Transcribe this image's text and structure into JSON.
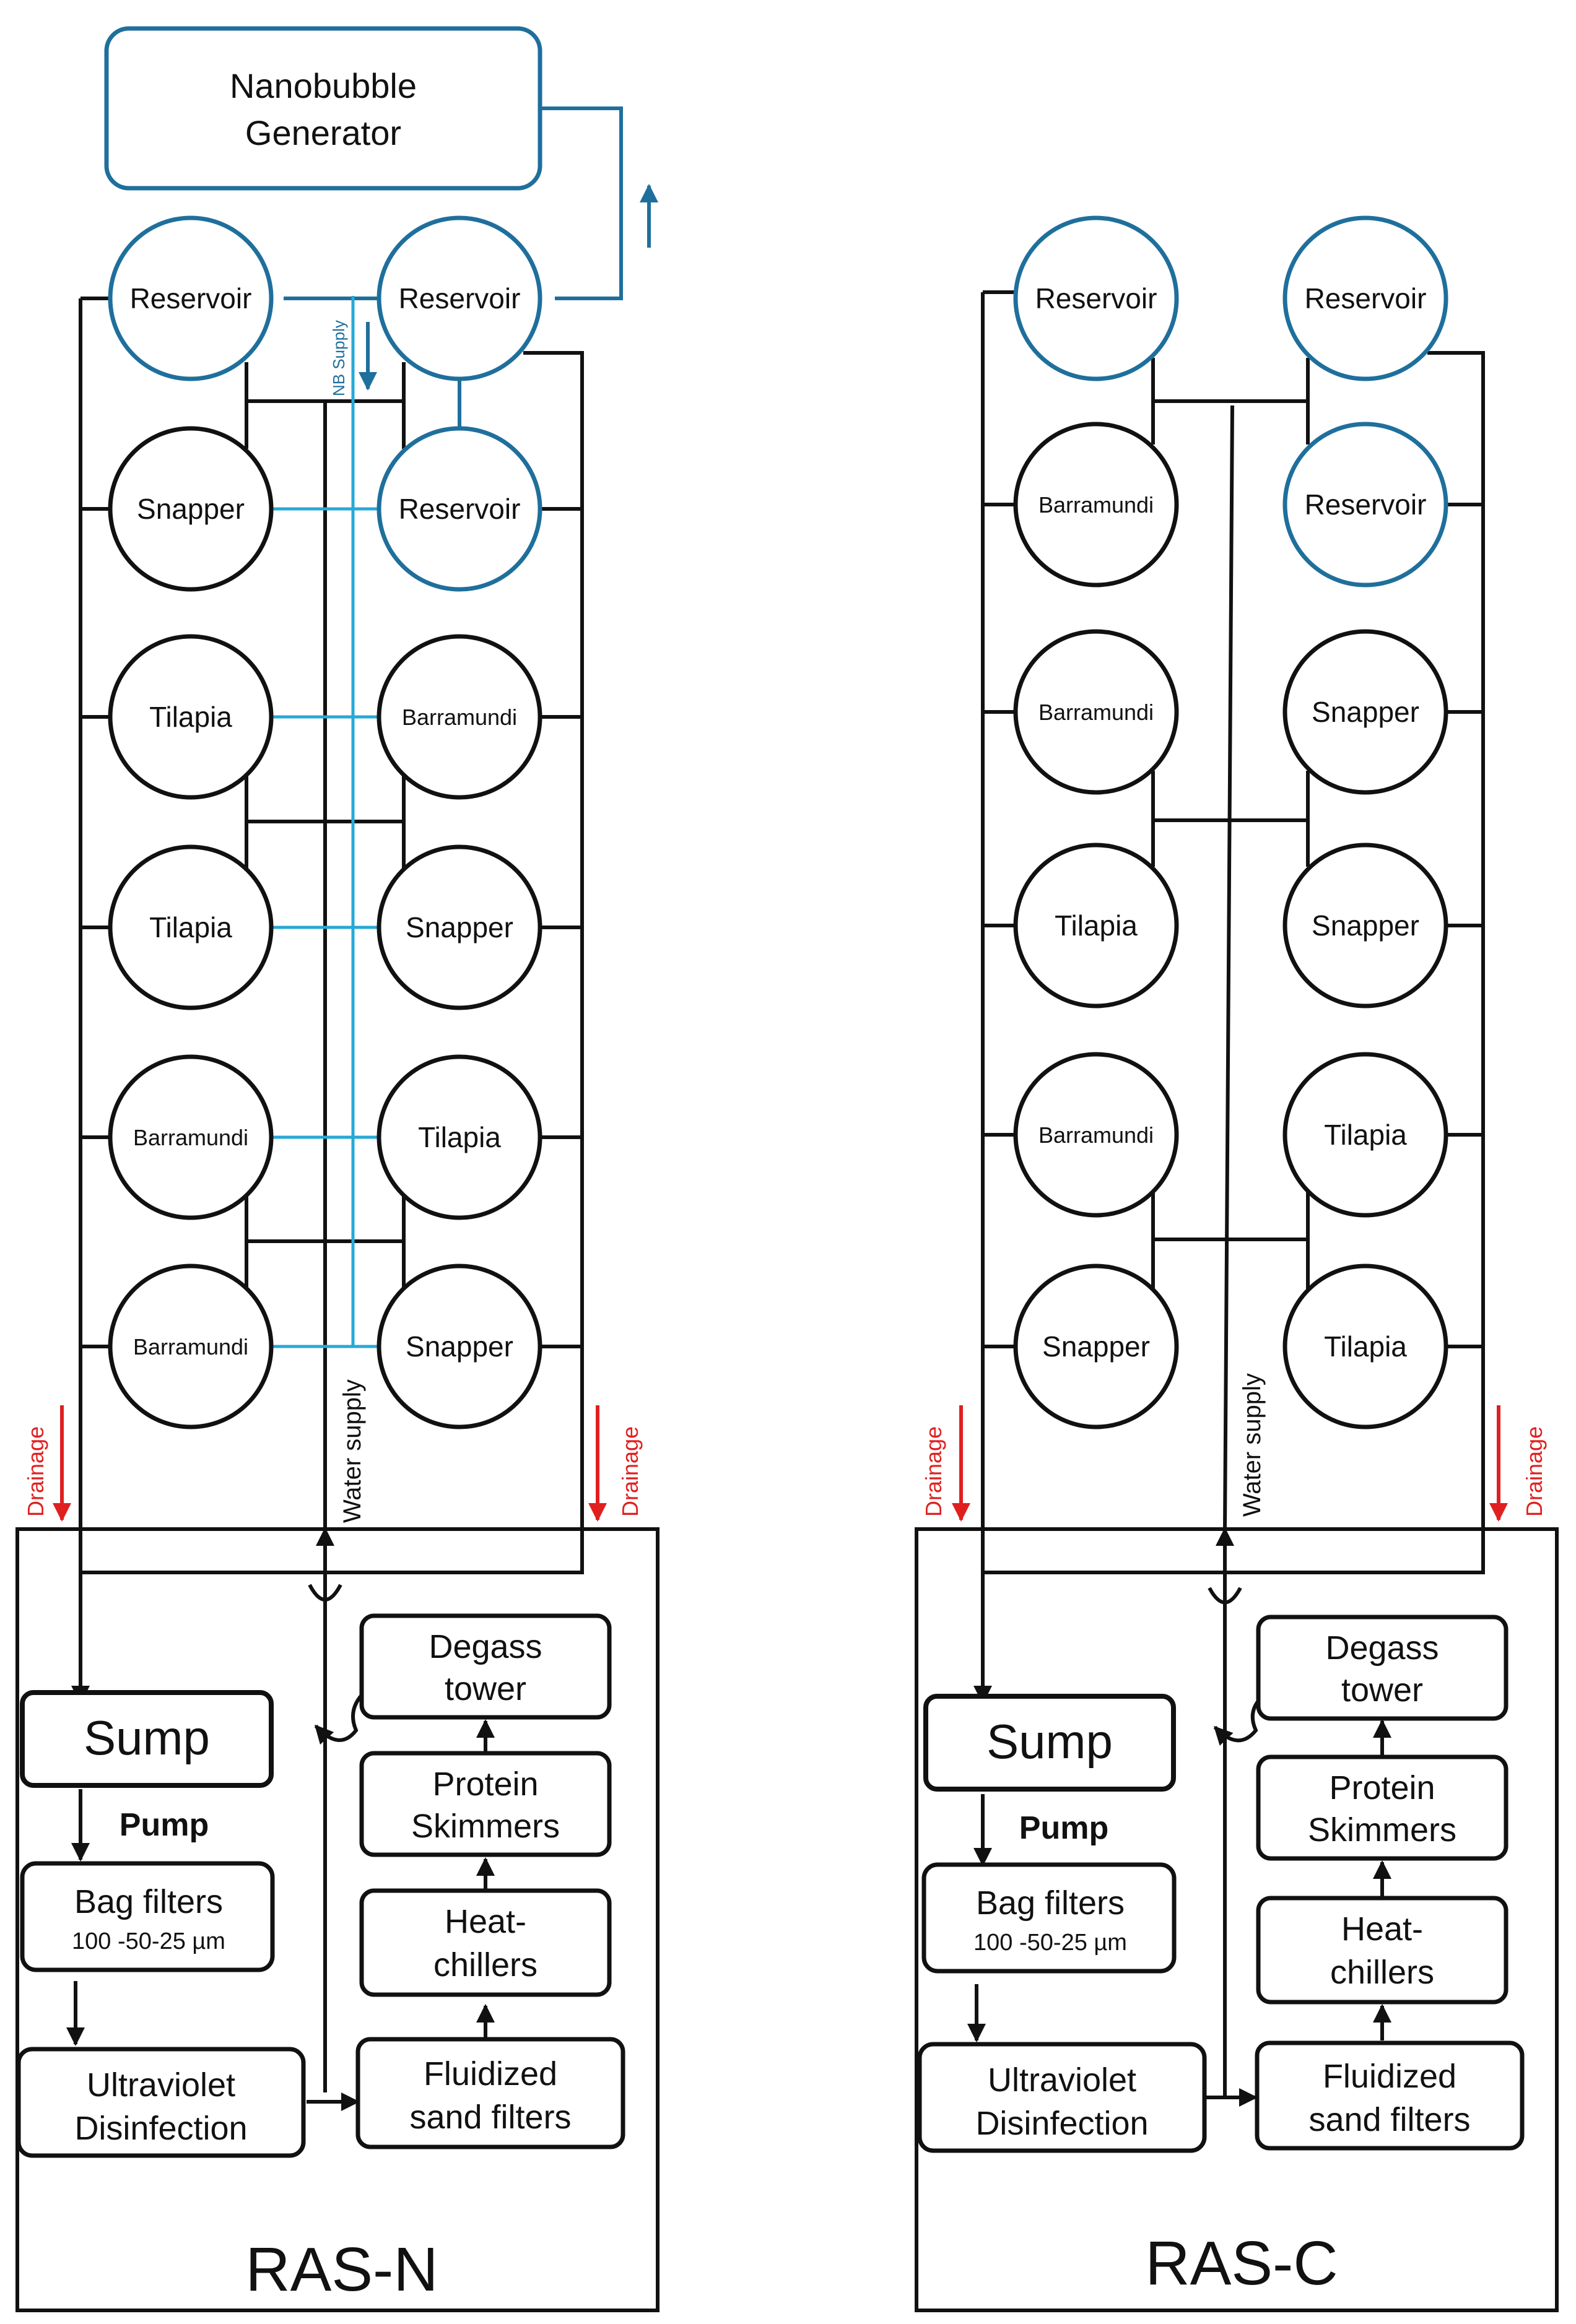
{
  "nanobubble_generator": {
    "line1": "Nanobubble",
    "line2": "Generator"
  },
  "nb_supply_label": "NB Supply",
  "labels": {
    "water_supply": "Water supply",
    "drainage": "Drainage",
    "pump": "Pump"
  },
  "colors": {
    "black": "#111111",
    "reservoir_blue": "#1f6f9c",
    "nb_line": "#27a9d6",
    "drainage_red": "#e02020"
  },
  "systems": [
    {
      "name": "RAS-N",
      "tanks_left": [
        "Reservoir",
        "Snapper",
        "Tilapia",
        "Tilapia",
        "Barramundi",
        "Barramundi"
      ],
      "tanks_right": [
        "Reservoir",
        "Reservoir",
        "Barramundi",
        "Snapper",
        "Tilapia",
        "Snapper"
      ],
      "sump": "Sump",
      "bag_filters": {
        "line1": "Bag filters",
        "line2": "100 -50-25 µm"
      },
      "uv": {
        "line1": "Ultraviolet",
        "line2": "Disinfection"
      },
      "degass": {
        "line1": "Degass",
        "line2": "tower"
      },
      "protein": {
        "line1": "Protein",
        "line2": "Skimmers"
      },
      "heat": {
        "line1": "Heat-",
        "line2": "chillers"
      },
      "fluid": {
        "line1": "Fluidized",
        "line2": "sand filters"
      }
    },
    {
      "name": "RAS-C",
      "tanks_left": [
        "Reservoir",
        "Barramundi",
        "Barramundi",
        "Tilapia",
        "Barramundi",
        "Snapper"
      ],
      "tanks_right": [
        "Reservoir",
        "Reservoir",
        "Snapper",
        "Snapper",
        "Tilapia",
        "Tilapia"
      ],
      "sump": "Sump",
      "bag_filters": {
        "line1": "Bag filters",
        "line2": "100 -50-25 µm"
      },
      "uv": {
        "line1": "Ultraviolet",
        "line2": "Disinfection"
      },
      "degass": {
        "line1": "Degass",
        "line2": "tower"
      },
      "protein": {
        "line1": "Protein",
        "line2": "Skimmers"
      },
      "heat": {
        "line1": "Heat-",
        "line2": "chillers"
      },
      "fluid": {
        "line1": "Fluidized",
        "line2": "sand filters"
      }
    }
  ]
}
